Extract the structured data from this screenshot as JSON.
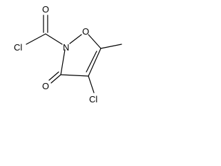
{
  "atoms": {
    "cl_acyl": "Cl",
    "o_carbonyl_top": "O",
    "n_ring": "N",
    "o_ring": "O",
    "o_carbonyl_bottom": "O",
    "cl_ring": "Cl"
  }
}
